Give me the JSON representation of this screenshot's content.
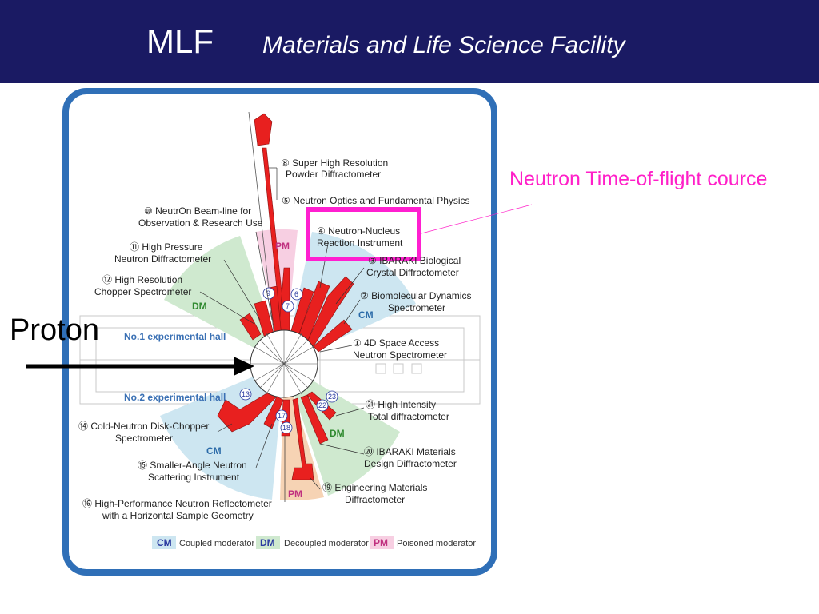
{
  "header": {
    "title_main": "MLF",
    "title_sub": "Materials and Life Science Facility",
    "background": "#1a1a63"
  },
  "proton_label": "Proton",
  "callout": {
    "text": "Neutron Time-of-flight cource",
    "color": "#ff1fc8"
  },
  "diagram": {
    "halls": {
      "hall1": "No.1 experimental hall",
      "hall2": "No.2 experimental hall"
    },
    "moderators": {
      "cm": "CM",
      "dm": "DM",
      "pm": "PM"
    },
    "instruments": [
      {
        "id": "8",
        "line1": "⑧ Super High Resolution",
        "line2": "Powder Diffractometer"
      },
      {
        "id": "5",
        "line1": "⑤ Neutron Optics and Fundamental Physics",
        "line2": ""
      },
      {
        "id": "10",
        "line1": "⑩ NeutrOn Beam-line for",
        "line2": "Observation & Research Use"
      },
      {
        "id": "4",
        "line1": "④ Neutron-Nucleus",
        "line2": "Reaction Instrument"
      },
      {
        "id": "11",
        "line1": "⑪ High Pressure",
        "line2": "Neutron Diffractometer"
      },
      {
        "id": "3",
        "line1": "③ IBARAKI Biological",
        "line2": "Crystal Diffractometer"
      },
      {
        "id": "12",
        "line1": "⑫ High Resolution",
        "line2": "Chopper Spectrometer"
      },
      {
        "id": "2",
        "line1": "② Biomolecular Dynamics",
        "line2": "Spectrometer"
      },
      {
        "id": "1",
        "line1": "① 4D Space Access",
        "line2": "Neutron Spectrometer"
      },
      {
        "id": "21",
        "line1": "㉑ High Intensity",
        "line2": "Total diffractometer"
      },
      {
        "id": "14",
        "line1": "⑭ Cold-Neutron Disk-Chopper",
        "line2": "Spectrometer"
      },
      {
        "id": "20",
        "line1": "⑳ IBARAKI Materials",
        "line2": "Design Diffractometer"
      },
      {
        "id": "15",
        "line1": "⑮ Smaller-Angle Neutron",
        "line2": "Scattering Instrument"
      },
      {
        "id": "19",
        "line1": "⑲ Engineering Materials",
        "line2": "Diffractometer"
      },
      {
        "id": "16",
        "line1": "⑯ High-Performance Neutron Reflectometer",
        "line2": "with a Horizontal Sample Geometry"
      }
    ],
    "beam_numbers": [
      "9",
      "6",
      "7",
      "13",
      "17",
      "18",
      "22",
      "23"
    ],
    "legend": {
      "cm_tag": "CM",
      "cm_text": "Coupled moderator",
      "dm_tag": "DM",
      "dm_text": "Decoupled moderator",
      "pm_tag": "PM",
      "pm_text": "Poisoned moderator"
    },
    "colors": {
      "frame": "#2f6fb7",
      "instrument": "#e8201f",
      "cm_zone": "#cde6f1",
      "dm_zone": "#cfe9cf",
      "pm_zone": "#f7cfe2",
      "pm_zone_south": "#f6d3b4",
      "highlight": "#ff1fd0"
    }
  }
}
